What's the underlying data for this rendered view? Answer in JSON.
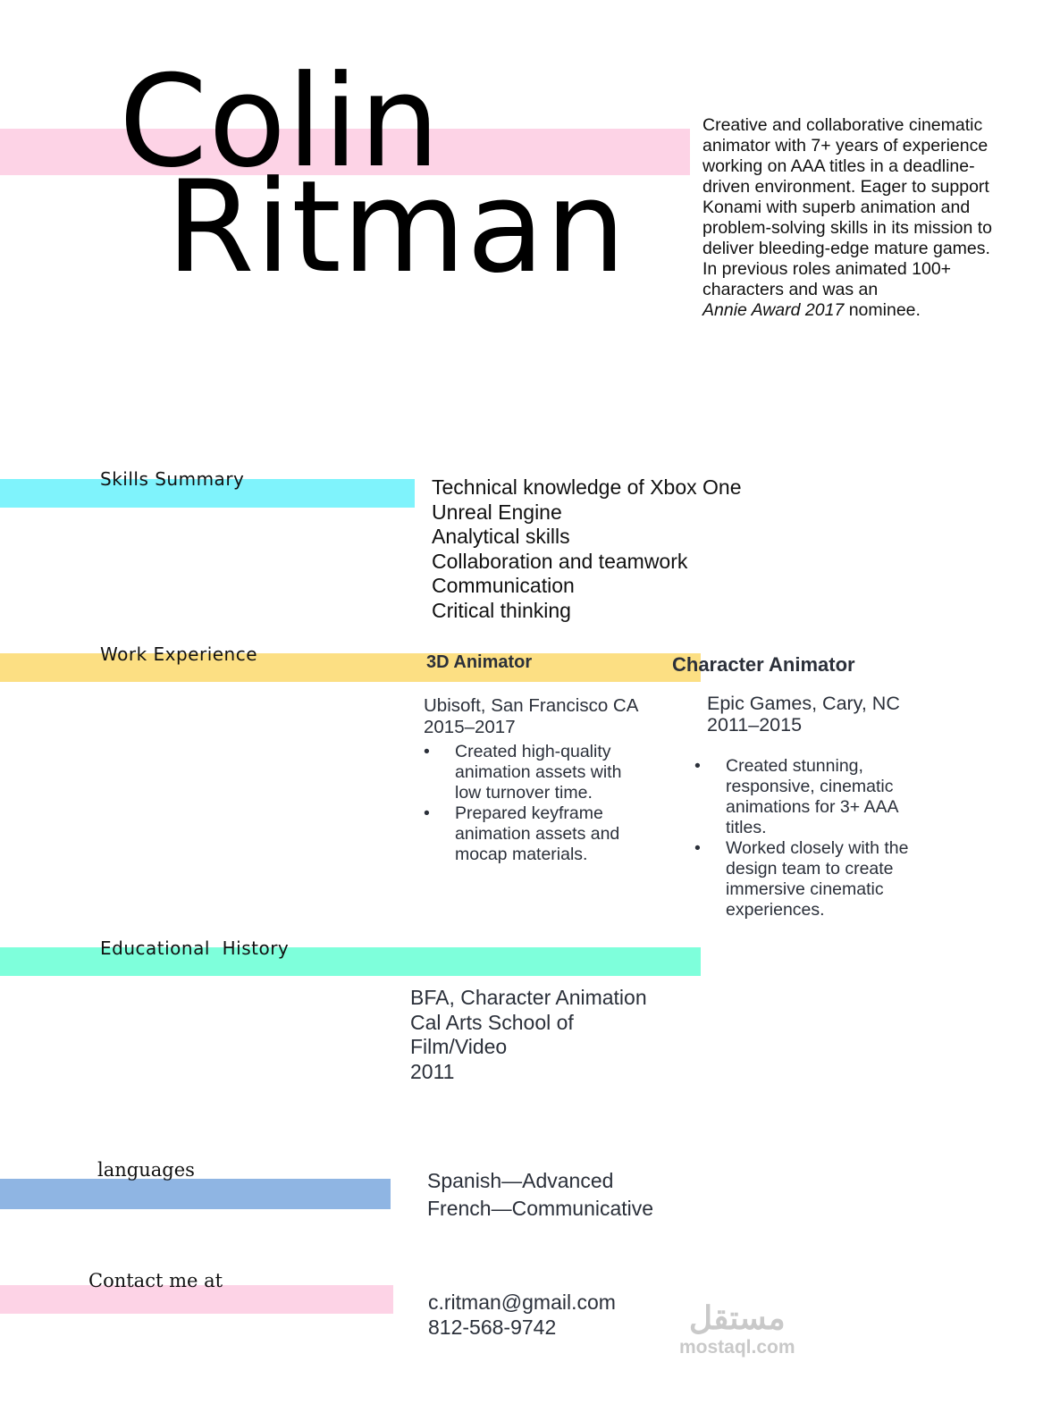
{
  "header": {
    "first_name": "Colin",
    "last_name": "Ritman",
    "summary_before": "Creative and collaborative cinematic animator with 7+ years of experience working on AAA titles in a deadline-driven environment. Eager to support Konami with superb animation and problem-solving skills in its mission to deliver bleeding-edge mature games. In previous roles animated 100+ characters and was an ",
    "summary_italic": "Annie Award 2017",
    "summary_after": " nominee."
  },
  "skills": {
    "label": "Skills Summary",
    "items": [
      "Technical knowledge of Xbox One",
      "Unreal Engine",
      "Analytical skills",
      "Collaboration and teamwork",
      "Communication",
      "Critical thinking"
    ]
  },
  "work": {
    "label": "Work Experience",
    "jobs": [
      {
        "title": "3D Animator",
        "company": "Ubisoft, San Francisco CA",
        "dates": "2015–2017",
        "bullets": [
          "Created high-quality animation assets with low turnover time.",
          "Prepared keyframe animation assets and mocap materials."
        ]
      },
      {
        "title": "Character Animator",
        "company": "Epic Games, Cary, NC",
        "dates": "2011–2015",
        "bullets": [
          "Created stunning, responsive, cinematic animations for 3+ AAA titles.",
          "Worked closely with the design team to create immersive cinematic experiences."
        ]
      }
    ]
  },
  "education": {
    "label": "Educational  History",
    "lines": [
      "BFA, Character Animation",
      "Cal Arts School of",
      "Film/Video",
      "2011"
    ]
  },
  "languages": {
    "label": "languages",
    "items": [
      "Spanish—Advanced",
      "French—Communicative"
    ]
  },
  "contact": {
    "label": "Contact me at",
    "email": "c.ritman@gmail.com",
    "phone": "812-568-9742"
  },
  "watermark": {
    "arabic": "مستقل",
    "latin": "mostaql.com"
  },
  "colors": {
    "pink": "#fdd3e6",
    "cyan": "#7ff3fc",
    "yellow": "#fcdf83",
    "mint": "#7effdb",
    "blue": "#8fb5e3"
  }
}
